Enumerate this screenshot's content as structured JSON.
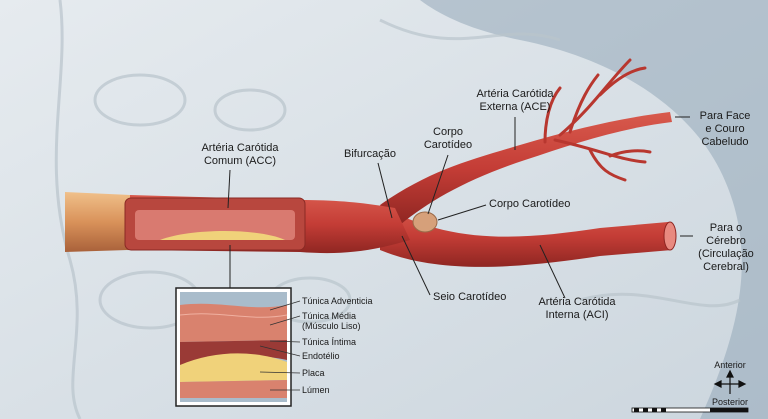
{
  "labels": {
    "acc": [
      "Artéria Carótida",
      "Comum (ACC)"
    ],
    "bifurcation": "Bifurcação",
    "carotid_body_top": [
      "Corpo",
      "Carotídeo"
    ],
    "ace": [
      "Artéria Carótida",
      "Externa (ACE)"
    ],
    "face": [
      "Para Face",
      "e Couro",
      "Cabeludo"
    ],
    "carotid_body_right": "Corpo Carotídeo",
    "brain": [
      "Para o",
      "Cérebro",
      "(Circulação",
      "Cerebral)"
    ],
    "sinus": "Seio Carotídeo",
    "aci": [
      "Artéria Carótida",
      "Interna (ACI)"
    ]
  },
  "inset": {
    "layers": [
      "Túnica Adventicia",
      "Túnica Média",
      "(Músculo Liso)",
      "Túnica Íntima",
      "Endotélio",
      "Placa",
      "Lúmen"
    ]
  },
  "compass": {
    "top": "Anterior",
    "bottom": "Posterior"
  },
  "colors": {
    "artery": "#c9443c",
    "artery_dark": "#9e2b27",
    "plaque": "#f0d27a",
    "background": "#dde4ea",
    "shadow_region": "#93a7b8"
  }
}
